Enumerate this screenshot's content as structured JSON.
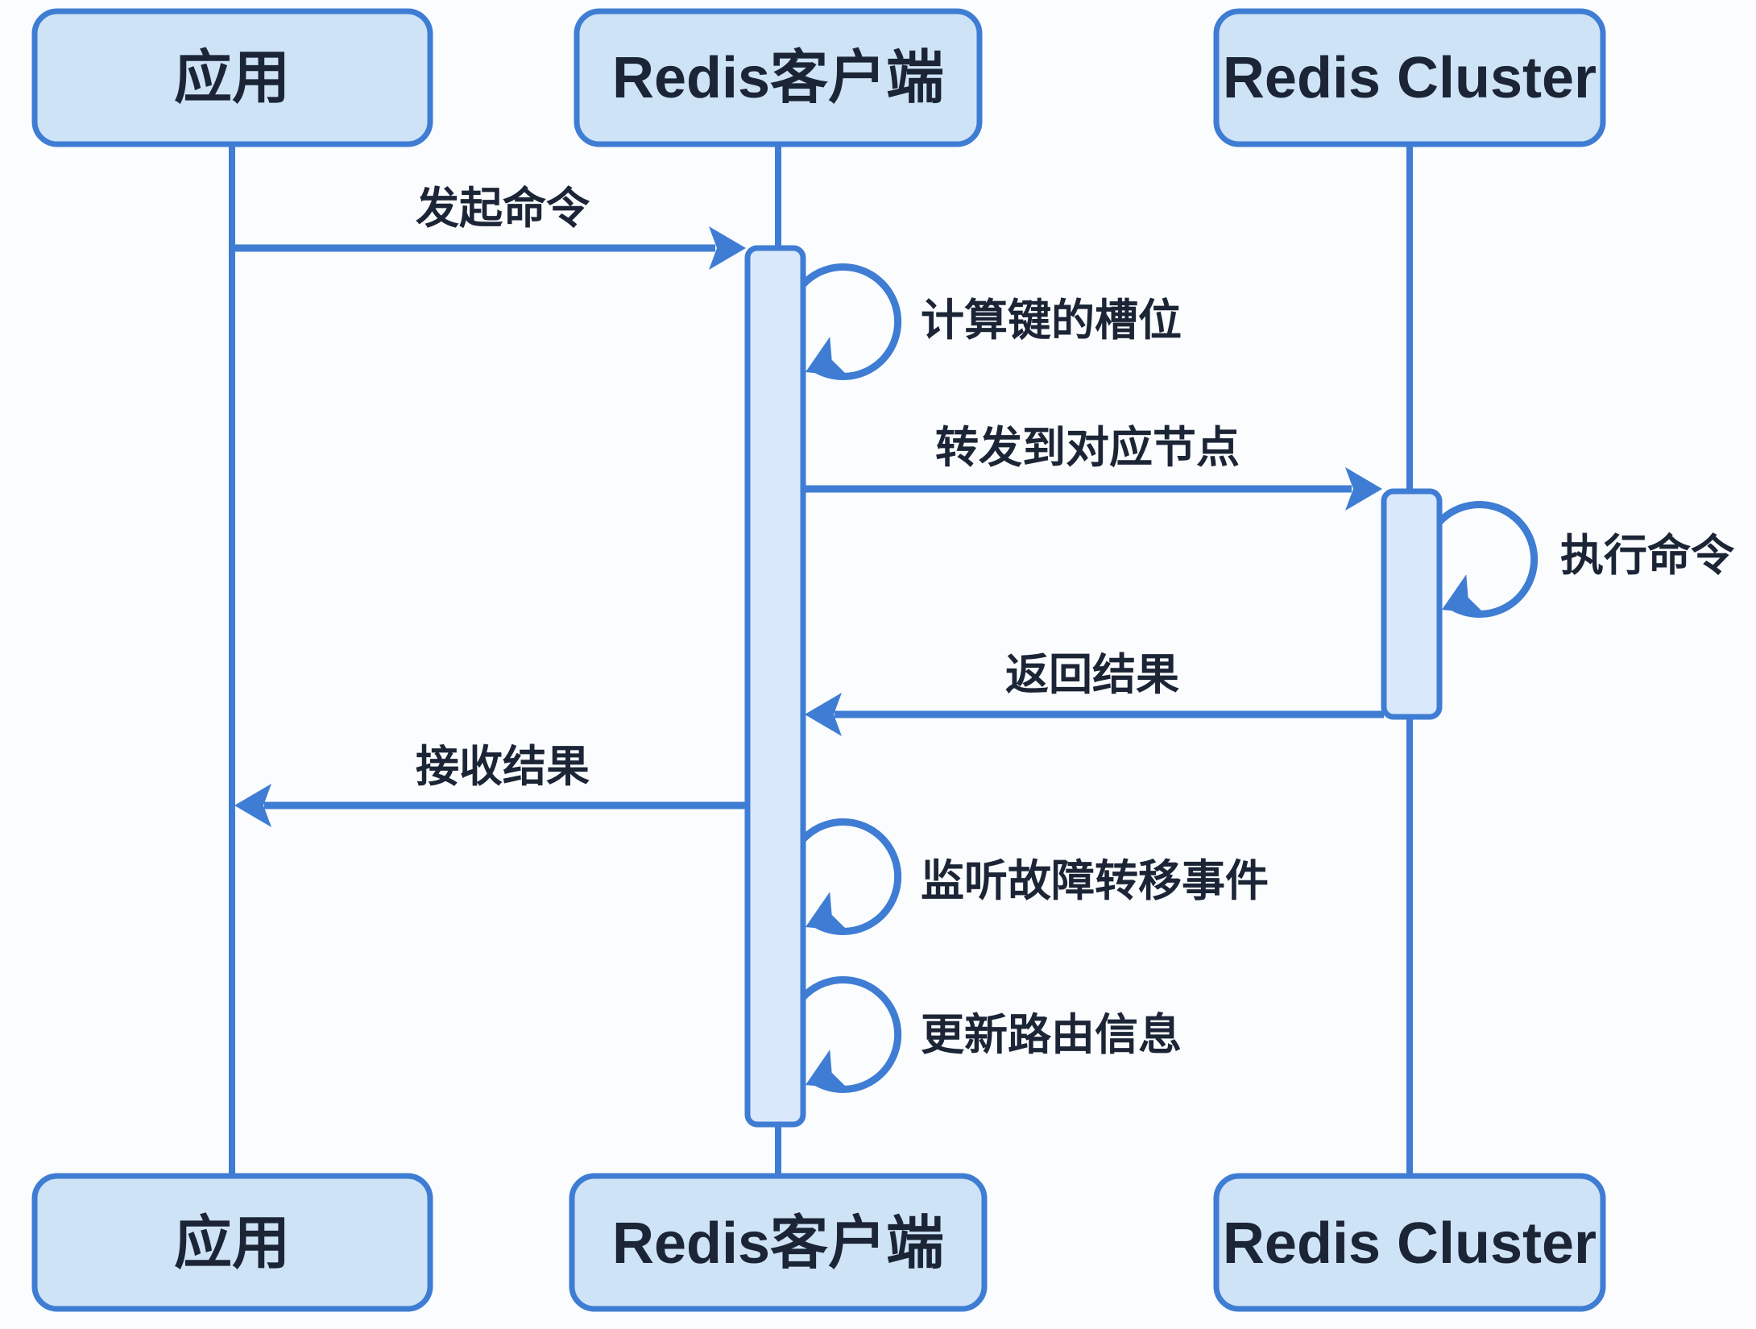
{
  "diagram": {
    "type": "sequence-diagram",
    "background": "#fbfcfe",
    "colors": {
      "stroke": "#3e7dd3",
      "box_fill": "#cfe3f7",
      "activation_fill": "#d9e8fa",
      "text": "#1b2536",
      "background": "#fbfcfe"
    },
    "participants": [
      {
        "id": "app",
        "label": "应用"
      },
      {
        "id": "redis-client",
        "label": "Redis客户端"
      },
      {
        "id": "redis-cluster",
        "label": "Redis Cluster"
      }
    ],
    "messages": [
      {
        "seq": 1,
        "type": "arrow",
        "from": "app",
        "to": "redis-client",
        "label": "发起命令"
      },
      {
        "seq": 2,
        "type": "self-loop",
        "on": "redis-client",
        "label": "计算键的槽位"
      },
      {
        "seq": 3,
        "type": "arrow",
        "from": "redis-client",
        "to": "redis-cluster",
        "label": "转发到对应节点"
      },
      {
        "seq": 4,
        "type": "self-loop",
        "on": "redis-cluster",
        "label": "执行命令"
      },
      {
        "seq": 5,
        "type": "arrow",
        "from": "redis-cluster",
        "to": "redis-client",
        "label": "返回结果"
      },
      {
        "seq": 6,
        "type": "arrow",
        "from": "redis-client",
        "to": "app",
        "label": "接收结果"
      },
      {
        "seq": 7,
        "type": "self-loop",
        "on": "redis-client",
        "label": "监听故障转移事件"
      },
      {
        "seq": 8,
        "type": "self-loop",
        "on": "redis-client",
        "label": "更新路由信息"
      }
    ]
  }
}
